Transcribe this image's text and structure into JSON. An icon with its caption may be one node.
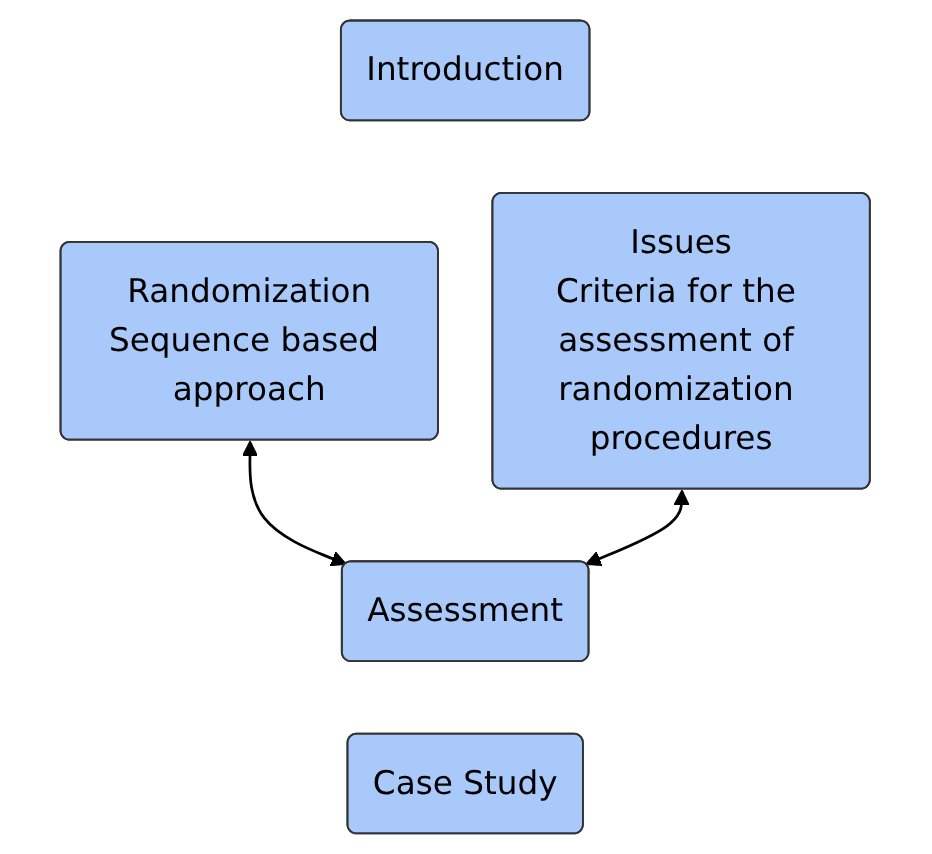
{
  "diagram": {
    "nodes": [
      {
        "text": [
          "Introduction"
        ]
      },
      {
        "text": [
          "Randomization",
          "Sequence based approach"
        ]
      },
      {
        "text": [
          "Issues",
          "Criteria for the assessment of randomization procedures"
        ]
      },
      {
        "text": [
          "Assessment"
        ]
      },
      {
        "text": [
          "Case Study"
        ]
      }
    ],
    "edges": [
      {
        "from": 1,
        "to": 3,
        "arrow": "both"
      },
      {
        "from": 2,
        "to": 3,
        "arrow": "both"
      }
    ]
  }
}
